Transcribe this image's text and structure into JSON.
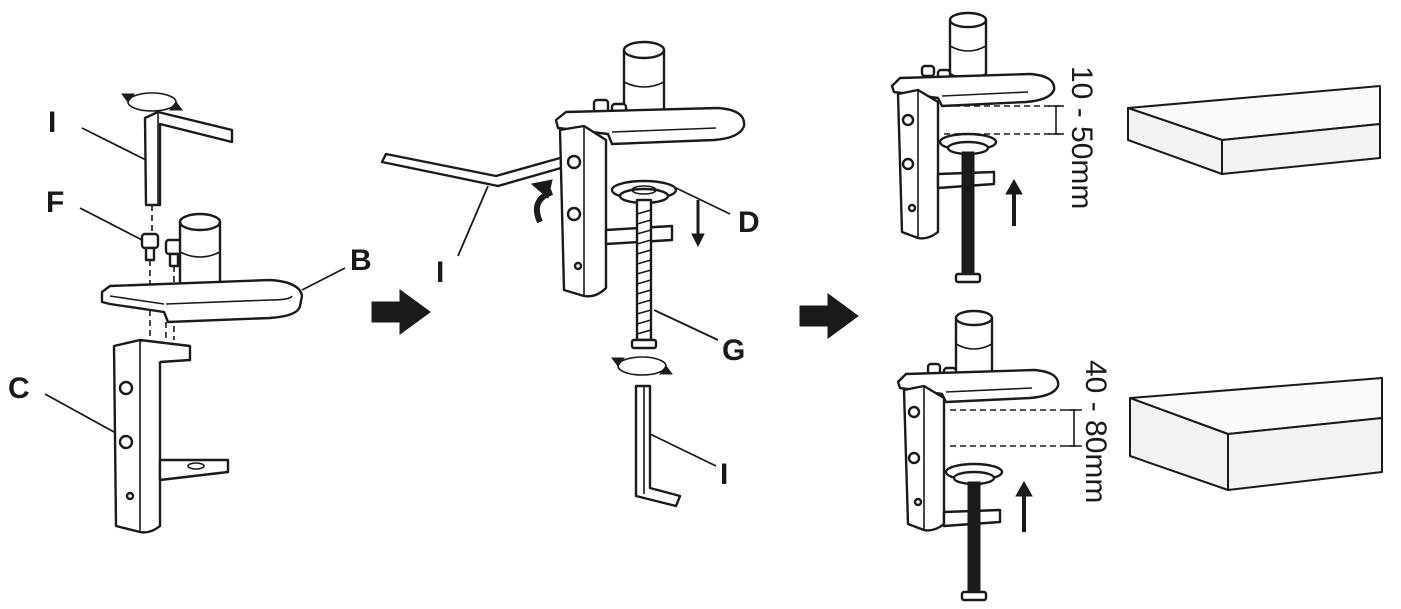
{
  "labels": {
    "step1_i": "I",
    "step1_f": "F",
    "step1_b": "B",
    "step1_c": "C",
    "step2_i_top": "I",
    "step2_d": "D",
    "step2_g": "G",
    "step2_i_bottom": "I"
  },
  "dimensions": {
    "thin_desk": "10 - 50mm",
    "thick_desk": "40 - 80mm"
  },
  "icons": {
    "step_arrow": "right-arrow-icon",
    "rotate": "rotate-arrow-icon",
    "hex_key": "allen-key-icon"
  },
  "colors": {
    "line": "#1a1a1a",
    "desk_fill": "#f2f2f2"
  }
}
